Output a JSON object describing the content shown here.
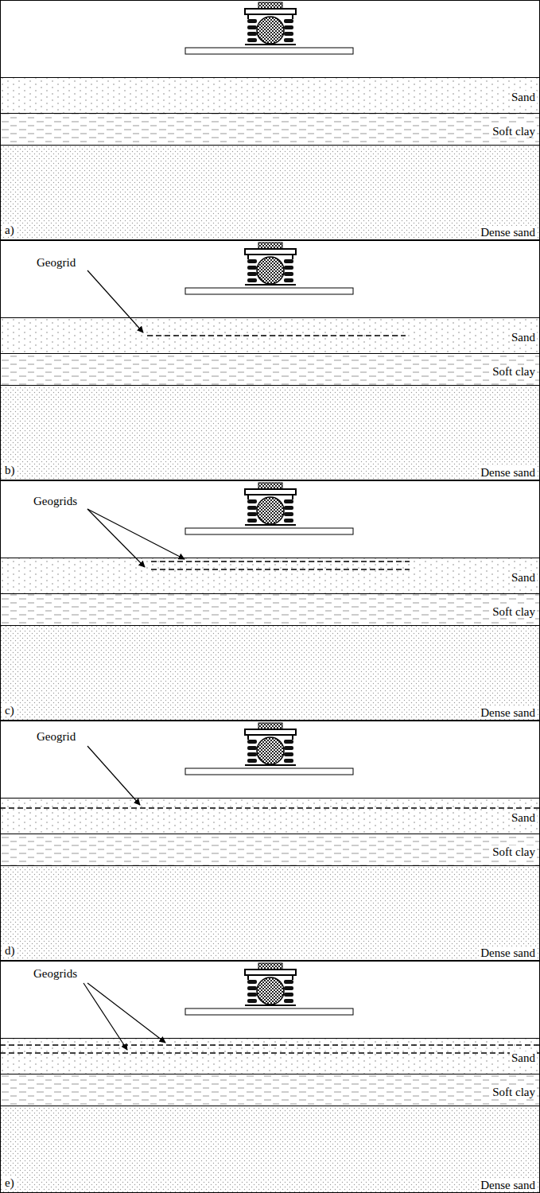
{
  "diagram": {
    "nodes": [
      {
        "text": [
          "a)"
        ]
      },
      {
        "text": [
          "Sand"
        ],
        "in": 0
      },
      {
        "text": [
          "Soft clay"
        ],
        "in": 0
      },
      {
        "text": [
          "Dense sand"
        ],
        "in": 0
      },
      {
        "text": [
          "b)"
        ]
      },
      {
        "text": [
          "Sand"
        ],
        "in": 4
      },
      {
        "text": [
          "Soft clay"
        ],
        "in": 4
      },
      {
        "text": [
          "Dense sand"
        ],
        "in": 4
      },
      {
        "text": [
          "c)"
        ]
      },
      {
        "text": [
          "Sand"
        ],
        "in": 8
      },
      {
        "text": [
          "Soft clay"
        ],
        "in": 8
      },
      {
        "text": [
          "Dense sand"
        ],
        "in": 8
      },
      {
        "text": [
          "d)"
        ]
      },
      {
        "text": [
          "Sand"
        ],
        "in": 12
      },
      {
        "text": [
          "Soft clay"
        ],
        "in": 12
      },
      {
        "text": [
          "Dense sand"
        ],
        "in": 12
      },
      {
        "text": [
          "e)"
        ]
      },
      {
        "text": [
          "Sand"
        ],
        "in": 16
      },
      {
        "text": [
          "Soft clay"
        ],
        "in": 16
      },
      {
        "text": [
          "Dense sand"
        ],
        "in": 16
      }
    ],
    "labels": [
      "Geogrid",
      "Geogrids",
      "Geogrid",
      "Geogrids"
    ]
  }
}
